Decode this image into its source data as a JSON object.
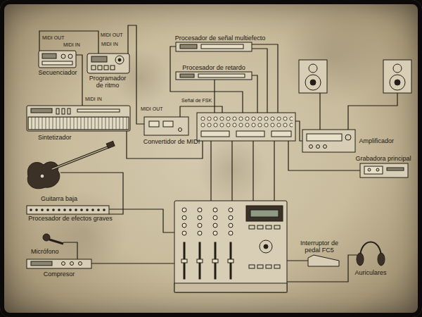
{
  "diagram": {
    "nodes": [
      {
        "text": [
          "Secuenciador"
        ]
      },
      {
        "text": [
          "Programador de ritmo"
        ]
      },
      {
        "text": [
          "Procesador de señal multiefecto"
        ]
      },
      {
        "text": [
          "Procesador de retardo"
        ]
      },
      {
        "text": [
          "Sintetizador"
        ]
      },
      {
        "text": [
          "Convertidor de MIDI"
        ]
      },
      {
        "text": [
          "Amplificador"
        ]
      },
      {
        "text": [
          "Grabadora principal"
        ]
      },
      {
        "text": [
          "Guitarra baja"
        ]
      },
      {
        "text": [
          "Procesador de efectos graves"
        ]
      },
      {
        "text": [
          "Micrófono"
        ]
      },
      {
        "text": [
          "Compresor"
        ]
      },
      {
        "text": [
          "Interruptor de pedal FC5"
        ]
      },
      {
        "text": [
          "Auriculares"
        ]
      }
    ],
    "edges": [
      {
        "from": 0,
        "to": 1,
        "arrow": "none"
      },
      {
        "from": 0,
        "to": 4,
        "arrow": "none"
      },
      {
        "from": 1,
        "to": 5,
        "arrow": "none"
      },
      {
        "from": 8,
        "to": 9,
        "arrow": "none"
      },
      {
        "from": 10,
        "to": 11,
        "arrow": "none"
      }
    ],
    "labels": [
      "MIDI OUT",
      "MIDI IN",
      "MIDI OUT",
      "MIDI IN",
      "MIDI IN",
      "MIDI OUT",
      "Señal de FSK"
    ]
  }
}
